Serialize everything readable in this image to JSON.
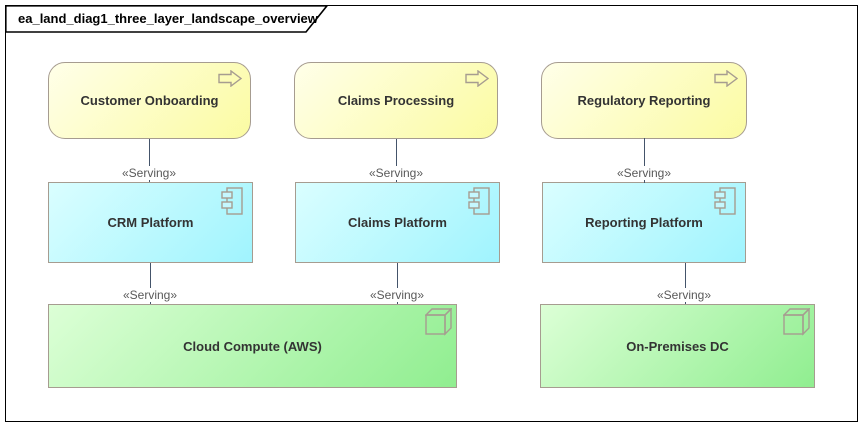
{
  "diagram": {
    "title": "ea_land_diag1_three_layer_landscape_overview"
  },
  "business_layer": {
    "nodes": [
      {
        "label": "Customer Onboarding",
        "icon": "process-arrow-icon"
      },
      {
        "label": "Claims Processing",
        "icon": "process-arrow-icon"
      },
      {
        "label": "Regulatory Reporting",
        "icon": "process-arrow-icon"
      }
    ]
  },
  "application_layer": {
    "nodes": [
      {
        "label": "CRM Platform",
        "icon": "component-icon"
      },
      {
        "label": "Claims Platform",
        "icon": "component-icon"
      },
      {
        "label": "Reporting Platform",
        "icon": "component-icon"
      }
    ]
  },
  "technology_layer": {
    "nodes": [
      {
        "label": "Cloud Compute (AWS)",
        "icon": "node-icon"
      },
      {
        "label": "On-Premises DC",
        "icon": "node-icon"
      }
    ]
  },
  "connectors": [
    {
      "from": "Customer Onboarding",
      "to": "CRM Platform",
      "label": "«Serving»"
    },
    {
      "from": "Claims Processing",
      "to": "Claims Platform",
      "label": "«Serving»"
    },
    {
      "from": "Regulatory Reporting",
      "to": "Reporting Platform",
      "label": "«Serving»"
    },
    {
      "from": "CRM Platform",
      "to": "Cloud Compute (AWS)",
      "label": "«Serving»"
    },
    {
      "from": "Claims Platform",
      "to": "Cloud Compute (AWS)",
      "label": "«Serving»"
    },
    {
      "from": "Reporting Platform",
      "to": "On-Premises DC",
      "label": "«Serving»"
    }
  ],
  "colors": {
    "business_fill_start": "#FFFFE9",
    "business_fill_end": "#FBFBA2",
    "application_fill_start": "#DAFEFF",
    "application_fill_end": "#A0F4FE",
    "technology_fill_start": "#DCFFD6",
    "technology_fill_end": "#90EE90",
    "shape_border": "#A69C90",
    "connector_line": "#44546A",
    "stereotype_text": "#595959",
    "shape_label_text": "#333333",
    "frame_border": "#000000"
  }
}
